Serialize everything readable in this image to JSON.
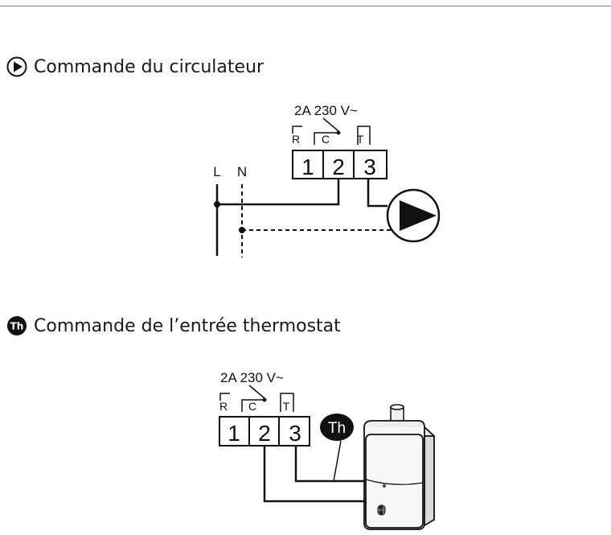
{
  "sections": {
    "circulateur": {
      "title": "Commande du circulateur",
      "icon": "play-circle-icon",
      "rating": "2A 230 V~",
      "contact_labels": {
        "r": "R",
        "c": "C",
        "t": "T"
      },
      "terminals": [
        "1",
        "2",
        "3"
      ],
      "line_labels": {
        "l": "L",
        "n": "N"
      }
    },
    "thermostat": {
      "title": "Commande de l’entrée thermostat",
      "icon": "th-badge-icon",
      "icon_text": "Th",
      "rating": "2A 230 V~",
      "contact_labels": {
        "r": "R",
        "c": "C",
        "t": "T"
      },
      "terminals": [
        "1",
        "2",
        "3"
      ],
      "th_badge": "Th"
    }
  },
  "colors": {
    "rule": "#7f7f7f",
    "ink": "#111111",
    "boiler_fill": "#f4f4f4",
    "boiler_shade": "#dcdcdc"
  }
}
